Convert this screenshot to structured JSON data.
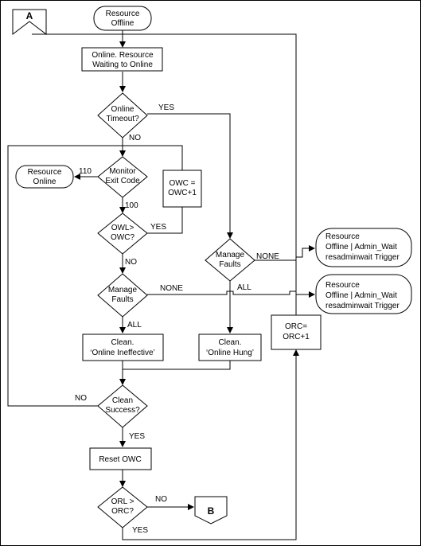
{
  "diagram": {
    "nodes": {
      "start": [
        "Resource",
        "Offline"
      ],
      "online_wait": [
        "Online. Resource",
        "Waiting to Online"
      ],
      "online_timeout": [
        "Online",
        "Timeout?"
      ],
      "monitor_exit": [
        "Monitor",
        "Exit Code"
      ],
      "resource_online": [
        "Resource",
        "Online"
      ],
      "owc_inc": [
        "OWC =",
        "OWC+1"
      ],
      "owl_owc": [
        "OWL>",
        "OWC?"
      ],
      "manage_faults_left": [
        "Manage",
        "Faults"
      ],
      "manage_faults_right": [
        "Manage",
        "Faults"
      ],
      "trigger_top": [
        "Resource",
        "Offline | Admin_Wait",
        "resadminwait Trigger"
      ],
      "trigger_bottom": [
        "Resource",
        "Offline | Admin_Wait",
        "resadminwait Trigger"
      ],
      "orc_inc": [
        "ORC=",
        "ORC+1"
      ],
      "clean_ineffective": [
        "Clean.",
        "‘Online Ineffective’"
      ],
      "clean_hung": [
        "Clean.",
        "‘Online Hung’"
      ],
      "clean_success": [
        "Clean",
        "Success?"
      ],
      "reset_owc": [
        "Reset OWC"
      ],
      "orl_orc": [
        "ORL >",
        "ORC?"
      ],
      "connector_a": "A",
      "connector_b": "B"
    },
    "edge_labels": {
      "timeout_yes": "YES",
      "timeout_no": "NO",
      "exit_110": "110",
      "exit_100": "100",
      "owl_yes": "YES",
      "owl_no": "NO",
      "left_none": "NONE",
      "left_all": "ALL",
      "right_none": "NONE",
      "right_all": "ALL",
      "success_no": "NO",
      "success_yes": "YES",
      "orl_no": "NO",
      "orl_yes": "YES"
    }
  }
}
